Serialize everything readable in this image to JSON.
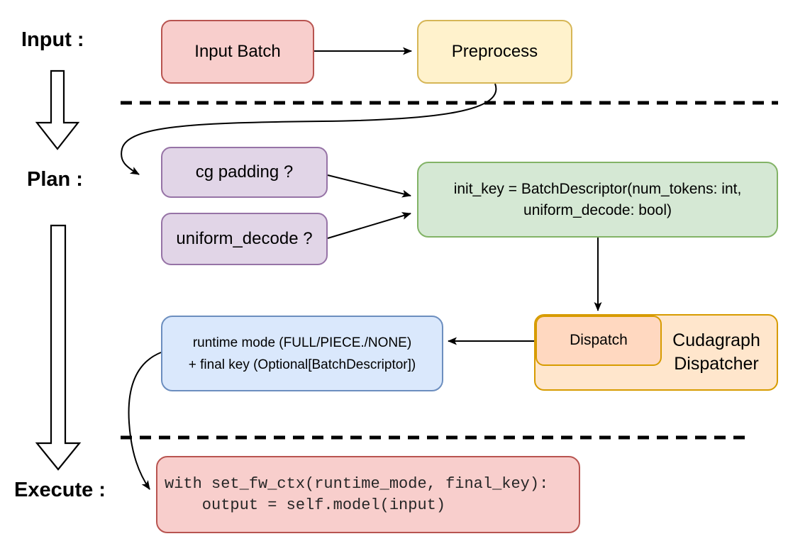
{
  "phases": {
    "input": {
      "label": "Input :"
    },
    "plan": {
      "label": "Plan :"
    },
    "execute": {
      "label": "Execute :"
    }
  },
  "nodes": {
    "input_batch": {
      "label": "Input Batch",
      "fill": "#f8cecc",
      "stroke": "#b85450"
    },
    "preprocess": {
      "label": "Preprocess",
      "fill": "#fff2cc",
      "stroke": "#d6b656"
    },
    "cg_padding": {
      "label": "cg padding ?",
      "fill": "#e1d5e7",
      "stroke": "#9673a6"
    },
    "uniform_decode": {
      "label": "uniform_decode ?",
      "fill": "#e1d5e7",
      "stroke": "#9673a6"
    },
    "init_key": {
      "line1": "init_key = BatchDescriptor(num_tokens: int,",
      "line2": "uniform_decode: bool)",
      "fill": "#d5e8d4",
      "stroke": "#82b366"
    },
    "dispatch": {
      "label": "Dispatch",
      "fill": "#ffd8c0",
      "stroke": "#d79b00"
    },
    "cudagraph_dispatcher": {
      "line1": "Cudagraph",
      "line2": "Dispatcher",
      "fill": "#ffe6cc",
      "stroke": "#d79b00"
    },
    "runtime_result": {
      "line1": "runtime mode (FULL/PIECE./NONE)",
      "line2": "+ final key (Optional[BatchDescriptor])",
      "fill": "#dae8fc",
      "stroke": "#6c8ebf"
    },
    "execute_code": {
      "line1": "with set_fw_ctx(runtime_mode, final_key):",
      "line2": "    output = self.model(input)",
      "fill": "#f8cecc",
      "stroke": "#b85450"
    }
  },
  "style": {
    "edge_color": "#000000",
    "divider_color": "#000000",
    "background": "#ffffff"
  }
}
